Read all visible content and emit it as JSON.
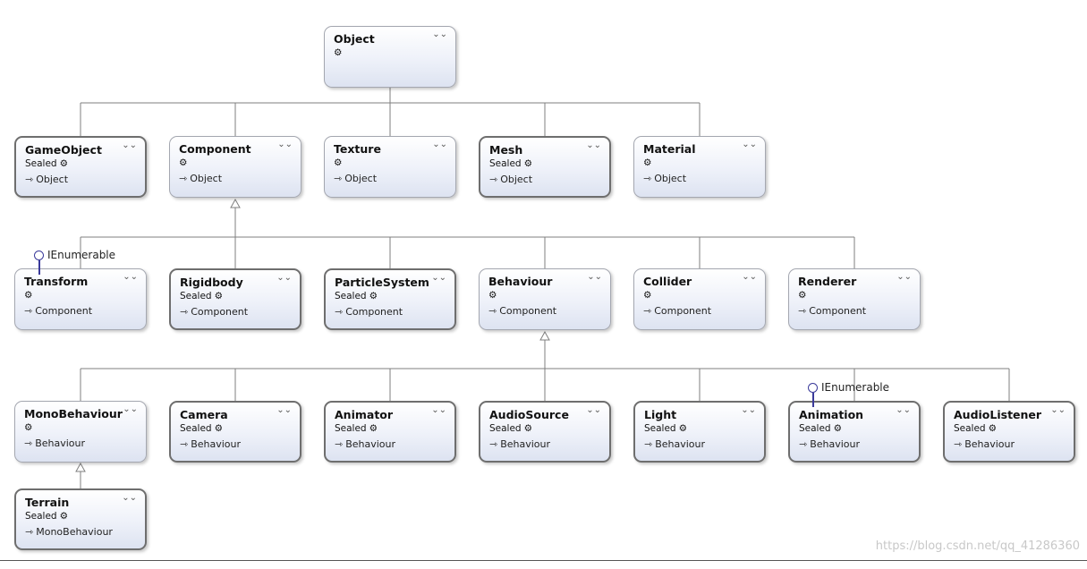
{
  "diagram": {
    "classes": [
      {
        "id": "object",
        "name": "Object",
        "sealed": false,
        "base": ""
      },
      {
        "id": "gameobject",
        "name": "GameObject",
        "sealed": true,
        "base": "Object"
      },
      {
        "id": "component",
        "name": "Component",
        "sealed": false,
        "base": "Object"
      },
      {
        "id": "texture",
        "name": "Texture",
        "sealed": false,
        "base": "Object"
      },
      {
        "id": "mesh",
        "name": "Mesh",
        "sealed": true,
        "base": "Object"
      },
      {
        "id": "material",
        "name": "Material",
        "sealed": false,
        "base": "Object"
      },
      {
        "id": "transform",
        "name": "Transform",
        "sealed": false,
        "base": "Component",
        "interface": "IEnumerable"
      },
      {
        "id": "rigidbody",
        "name": "Rigidbody",
        "sealed": true,
        "base": "Component"
      },
      {
        "id": "particlesystem",
        "name": "ParticleSystem",
        "sealed": true,
        "base": "Component"
      },
      {
        "id": "behaviour",
        "name": "Behaviour",
        "sealed": false,
        "base": "Component"
      },
      {
        "id": "collider",
        "name": "Collider",
        "sealed": false,
        "base": "Component"
      },
      {
        "id": "renderer",
        "name": "Renderer",
        "sealed": false,
        "base": "Component"
      },
      {
        "id": "monobehaviour",
        "name": "MonoBehaviour",
        "sealed": false,
        "base": "Behaviour"
      },
      {
        "id": "camera",
        "name": "Camera",
        "sealed": true,
        "base": "Behaviour"
      },
      {
        "id": "animator",
        "name": "Animator",
        "sealed": true,
        "base": "Behaviour"
      },
      {
        "id": "audiosource",
        "name": "AudioSource",
        "sealed": true,
        "base": "Behaviour"
      },
      {
        "id": "light",
        "name": "Light",
        "sealed": true,
        "base": "Behaviour"
      },
      {
        "id": "animation",
        "name": "Animation",
        "sealed": true,
        "base": "Behaviour",
        "interface": "IEnumerable"
      },
      {
        "id": "audiolistener",
        "name": "AudioListener",
        "sealed": true,
        "base": "Behaviour"
      },
      {
        "id": "terrain",
        "name": "Terrain",
        "sealed": true,
        "base": "MonoBehaviour"
      }
    ],
    "sealed_label": "Sealed",
    "class_glyph": "⚙",
    "expand_glyph": "⌄⌄",
    "inherit_arrow": "⇾",
    "watermark": "https://blog.csdn.net/qq_41286360",
    "colors": {
      "box_top": "#ffffff",
      "box_bottom": "#dde3f1",
      "line": "#7f7f7f",
      "interface": "#3a3a9a"
    }
  }
}
